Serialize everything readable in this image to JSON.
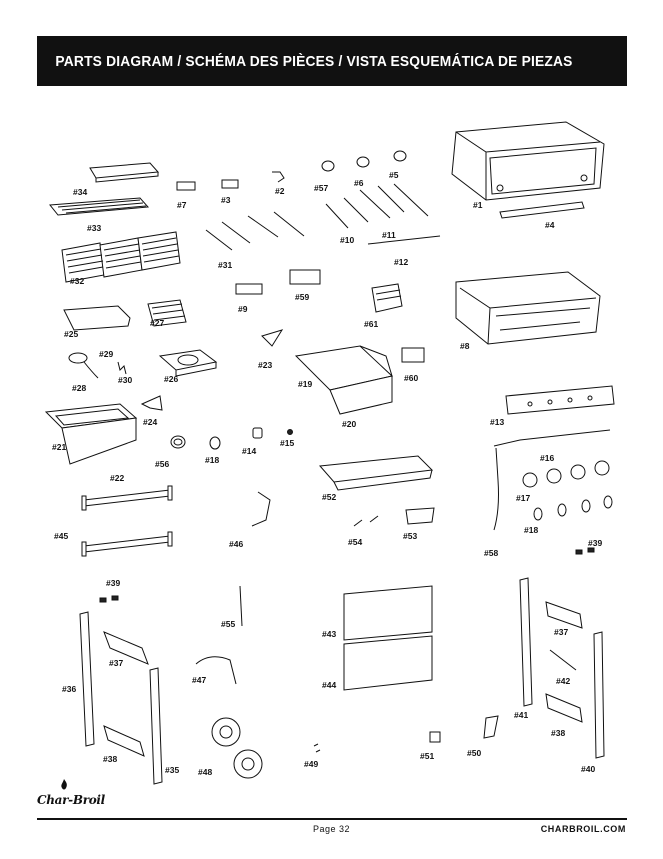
{
  "header": {
    "title": "PARTS DIAGRAM / SCHÉMA DES PIÈCES / VISTA ESQUEMÁTICA DE PIEZAS"
  },
  "footer": {
    "page": "Page 32",
    "website": "CHARBROIL.COM",
    "brand": "Char-Broil"
  },
  "parts": [
    {
      "num": "#1"
    },
    {
      "num": "#2"
    },
    {
      "num": "#3"
    },
    {
      "num": "#4"
    },
    {
      "num": "#5"
    },
    {
      "num": "#6"
    },
    {
      "num": "#7"
    },
    {
      "num": "#8"
    },
    {
      "num": "#9"
    },
    {
      "num": "#10"
    },
    {
      "num": "#11"
    },
    {
      "num": "#12"
    },
    {
      "num": "#13"
    },
    {
      "num": "#14"
    },
    {
      "num": "#15"
    },
    {
      "num": "#16"
    },
    {
      "num": "#17"
    },
    {
      "num": "#18"
    },
    {
      "num": "#18"
    },
    {
      "num": "#19"
    },
    {
      "num": "#20"
    },
    {
      "num": "#21"
    },
    {
      "num": "#22"
    },
    {
      "num": "#23"
    },
    {
      "num": "#24"
    },
    {
      "num": "#25"
    },
    {
      "num": "#26"
    },
    {
      "num": "#27"
    },
    {
      "num": "#28"
    },
    {
      "num": "#29"
    },
    {
      "num": "#30"
    },
    {
      "num": "#31"
    },
    {
      "num": "#32"
    },
    {
      "num": "#33"
    },
    {
      "num": "#34"
    },
    {
      "num": "#35"
    },
    {
      "num": "#36"
    },
    {
      "num": "#37"
    },
    {
      "num": "#37"
    },
    {
      "num": "#38"
    },
    {
      "num": "#38"
    },
    {
      "num": "#39"
    },
    {
      "num": "#39"
    },
    {
      "num": "#40"
    },
    {
      "num": "#41"
    },
    {
      "num": "#42"
    },
    {
      "num": "#43"
    },
    {
      "num": "#44"
    },
    {
      "num": "#45"
    },
    {
      "num": "#46"
    },
    {
      "num": "#47"
    },
    {
      "num": "#48"
    },
    {
      "num": "#49"
    },
    {
      "num": "#50"
    },
    {
      "num": "#51"
    },
    {
      "num": "#52"
    },
    {
      "num": "#53"
    },
    {
      "num": "#54"
    },
    {
      "num": "#55"
    },
    {
      "num": "#56"
    },
    {
      "num": "#57"
    },
    {
      "num": "#58"
    },
    {
      "num": "#59"
    },
    {
      "num": "#60"
    },
    {
      "num": "#61"
    }
  ]
}
